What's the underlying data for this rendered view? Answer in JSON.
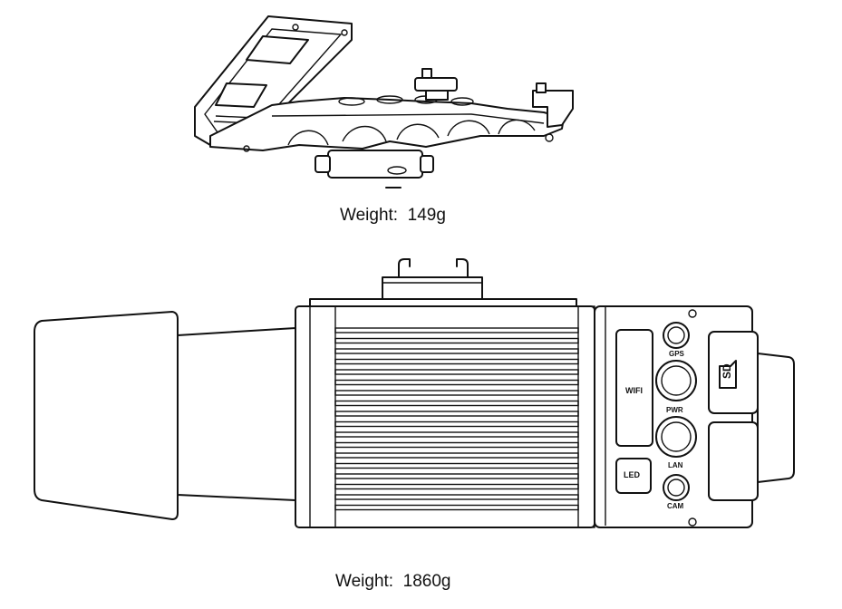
{
  "figures": [
    {
      "caption_label": "Weight:",
      "caption_value": "149g"
    },
    {
      "caption_label": "Weight:",
      "caption_value": "1860g"
    }
  ],
  "camera_labels": {
    "wifi": "WIFI",
    "led": "LED",
    "gps": "GPS",
    "pwr": "PWR",
    "lan": "LAN",
    "cam": "CAM",
    "sd": "SD"
  }
}
